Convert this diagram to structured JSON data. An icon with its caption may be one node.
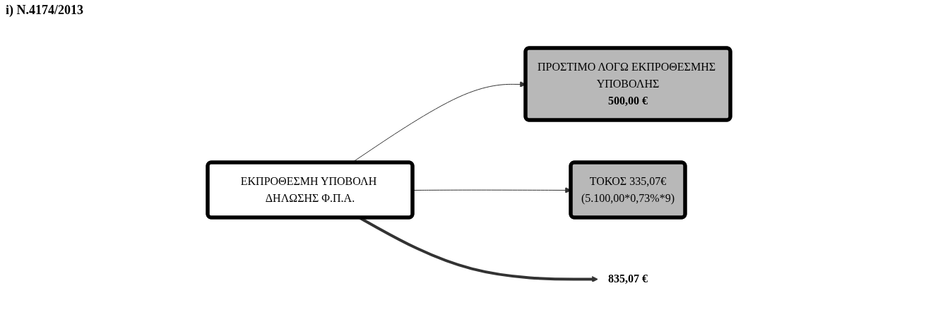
{
  "diagram": {
    "title": "i) N.4174/2013",
    "nodes": [
      {
        "text": [
          "ΕΚΠΡΟΘΕΣΜΗ ΥΠΟΒΟΛΗ ΔΗΛΩΣΗΣ Φ.Π.Α."
        ]
      },
      {
        "text": [
          "ΠΡΟΣΤΙΜΟ ΛΟΓΩ ΕΚΠΡΟΘΕΣΜΗΣ ΥΠΟΒΟΛΗΣ",
          "500,00 €"
        ]
      },
      {
        "text": [
          "ΤΟΚΟΣ 335,07€",
          "(5.100,00*0,73%*9)"
        ]
      },
      {
        "text": [
          "835,07 €"
        ]
      }
    ],
    "edges": [
      {
        "from": 0,
        "to": 1,
        "arrow": "to"
      },
      {
        "from": 0,
        "to": 2,
        "arrow": "to"
      },
      {
        "from": 0,
        "to": 3,
        "arrow": "to",
        "style": "thick"
      }
    ]
  }
}
